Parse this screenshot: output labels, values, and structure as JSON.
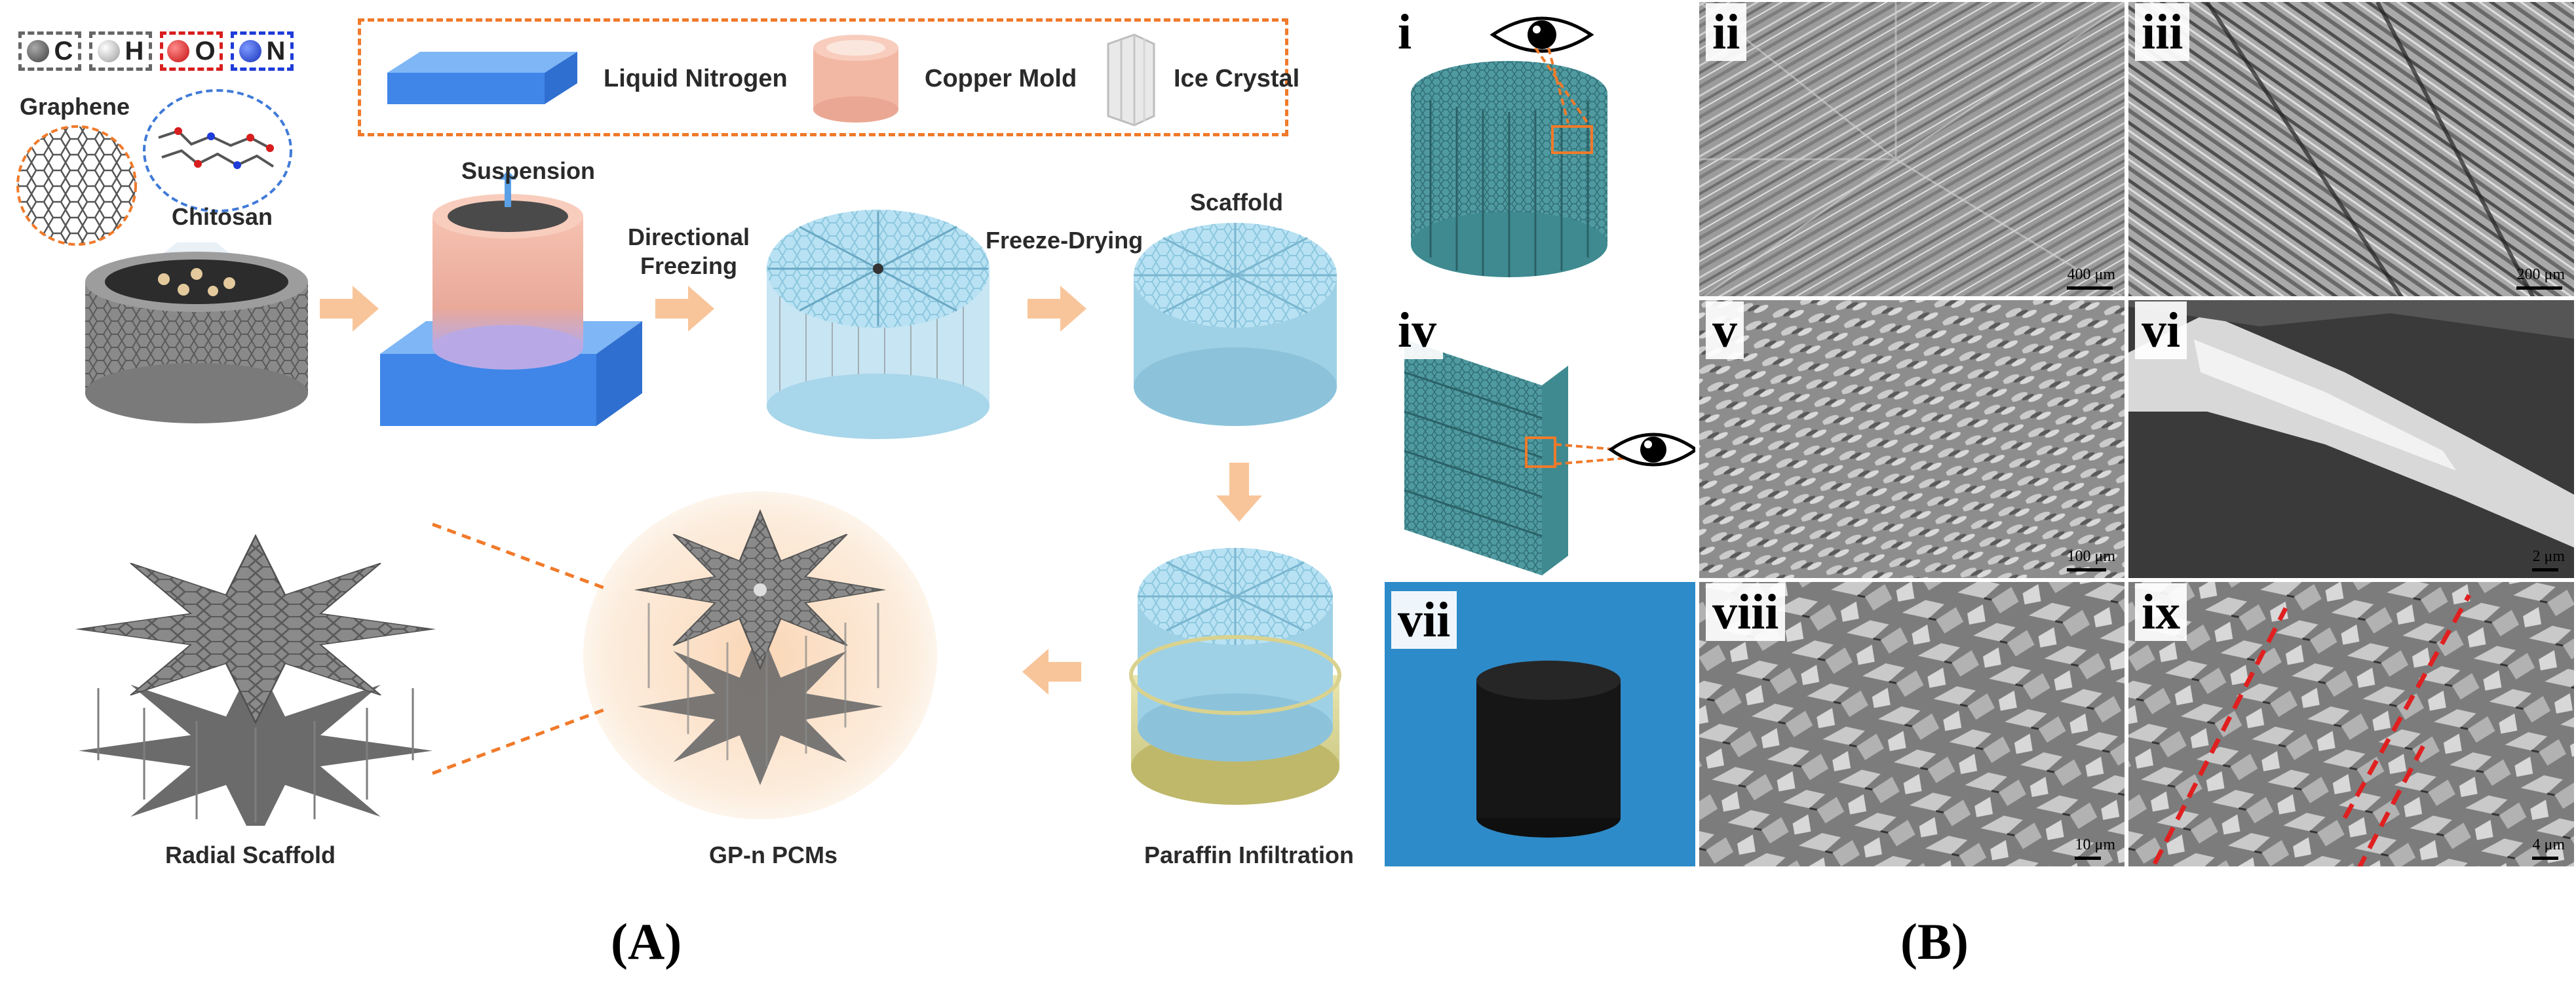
{
  "legend_atoms": [
    {
      "symbol": "C",
      "color": "#4a4a4a",
      "border": "#666666"
    },
    {
      "symbol": "H",
      "color": "#d0d0d0",
      "border": "#666666"
    },
    {
      "symbol": "O",
      "color": "#d81e1e",
      "border": "#d81e1e"
    },
    {
      "symbol": "N",
      "color": "#1e3cd8",
      "border": "#1e3cd8"
    }
  ],
  "legend_materials": {
    "liquid_nitrogen": "Liquid Nitrogen",
    "copper_mold": "Copper Mold",
    "ice_crystal": "Ice Crystal"
  },
  "labels": {
    "graphene": "Graphene",
    "chitosan": "Chitosan",
    "suspension": "Suspension",
    "directional_freezing": "Directional\nFreezing",
    "freeze_drying": "Freeze-Drying",
    "scaffold": "Scaffold",
    "paraffin_infiltration": "Paraffin Infiltration",
    "gp_n_pcms": "GP-n PCMs",
    "radial_scaffold": "Radial Scaffold"
  },
  "panel_captions": {
    "a": "(A)",
    "b": "(B)"
  },
  "sem_panels": [
    {
      "id": "i",
      "scale": ""
    },
    {
      "id": "ii",
      "scale": "400 μm"
    },
    {
      "id": "iii",
      "scale": "200 μm"
    },
    {
      "id": "iv",
      "scale": ""
    },
    {
      "id": "v",
      "scale": "100 μm"
    },
    {
      "id": "vi",
      "scale": "2 μm"
    },
    {
      "id": "vii",
      "scale": ""
    },
    {
      "id": "viii",
      "scale": "10 μm"
    },
    {
      "id": "ix",
      "scale": "4 μm"
    }
  ],
  "colors": {
    "arrow": "#f8c59a",
    "accent_orange": "#f07a2a",
    "scaffold_blue": "#a9dcf0",
    "nitrogen_blue": "#3f86e8",
    "copper": "#f2b7a4",
    "background_b7": "#2e8bc9"
  }
}
